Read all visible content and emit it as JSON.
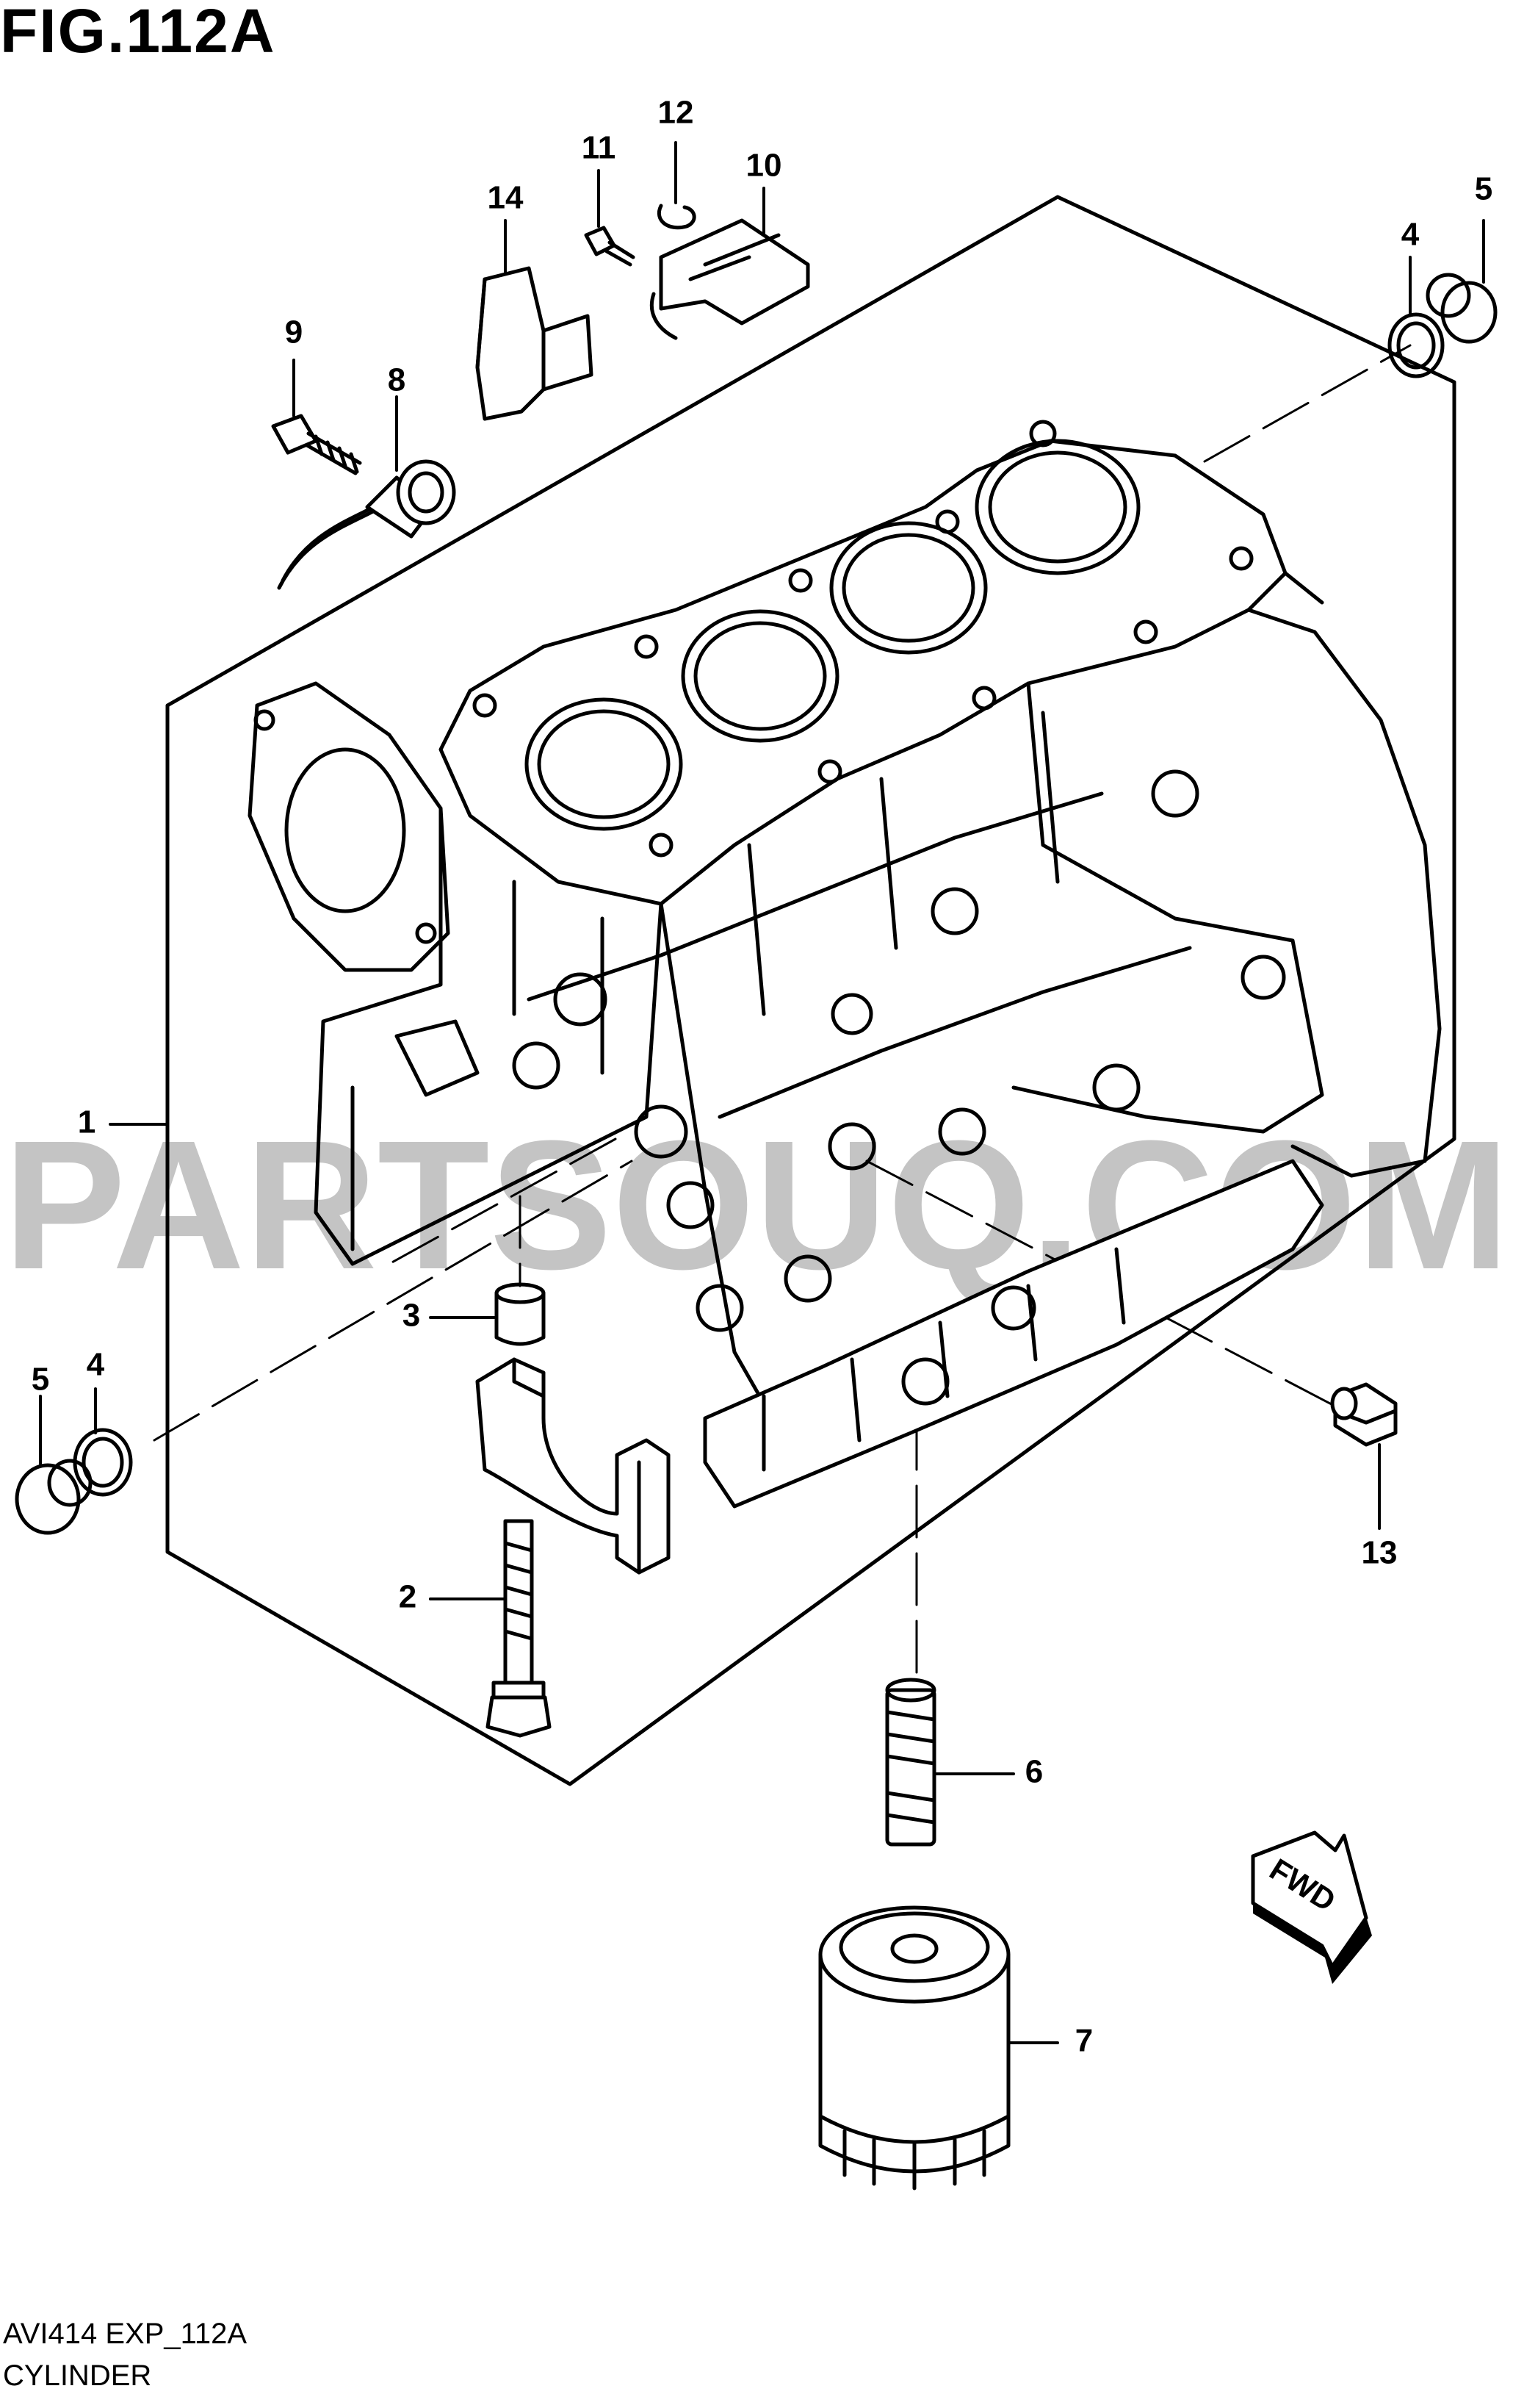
{
  "figure": {
    "title": "FIG.112A",
    "code": "AVI414 EXP_112A",
    "name": "CYLINDER"
  },
  "watermark": "PARTSOUQ.COM",
  "direction_label": "FWD",
  "callouts": [
    "1",
    "2",
    "3",
    "4",
    "4",
    "5",
    "5",
    "6",
    "7",
    "8",
    "9",
    "10",
    "11",
    "12",
    "13",
    "14"
  ],
  "colors": {
    "line": "#000000",
    "watermark": "#c4c4c4",
    "background": "#ffffff"
  }
}
